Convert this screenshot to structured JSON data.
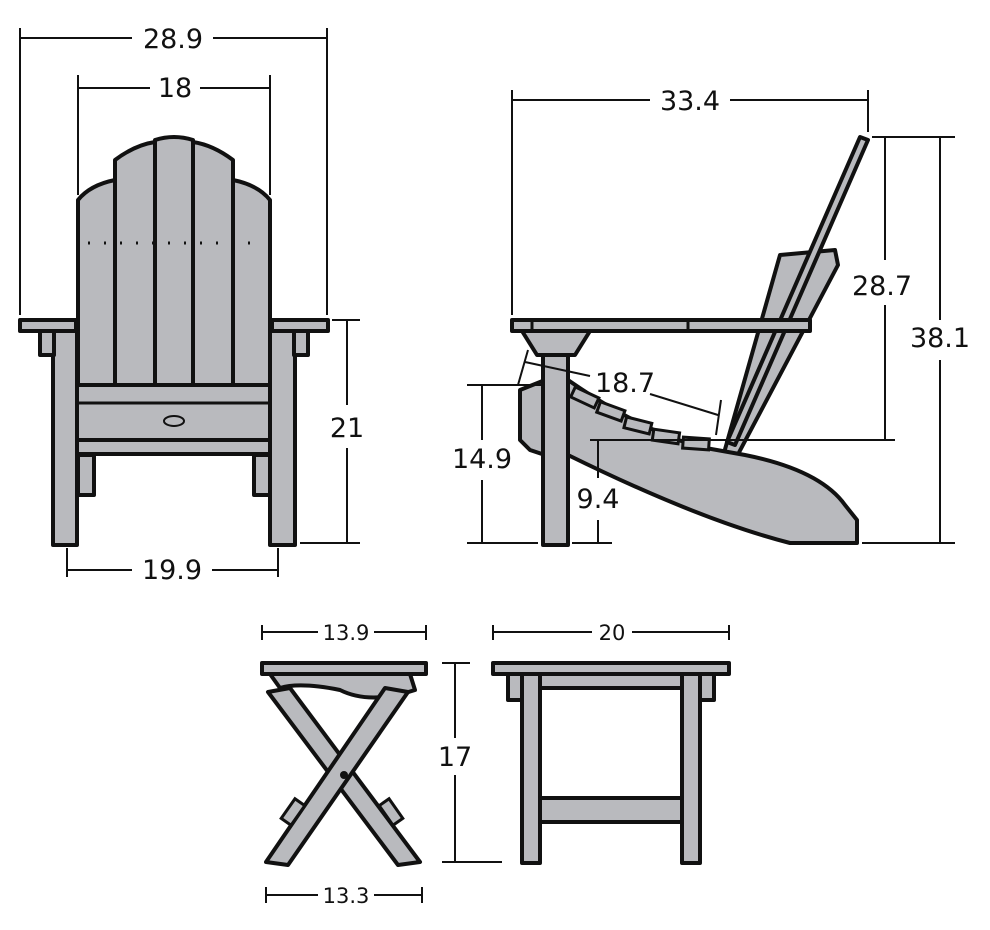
{
  "fill_color": "#b9babe",
  "outline_color": "#111111",
  "chair_front": {
    "overall_width": "28.9",
    "back_width": "18",
    "arm_height": "21",
    "leg_span": "19.9"
  },
  "chair_side": {
    "depth": "33.4",
    "back_height": "28.7",
    "overall_height": "38.1",
    "seat_front_height": "14.9",
    "seat_depth": "18.7",
    "seat_rear_height": "9.4"
  },
  "table_side": {
    "top_depth": "13.9",
    "base_depth": "13.3",
    "height": "17"
  },
  "table_front": {
    "width": "20"
  }
}
